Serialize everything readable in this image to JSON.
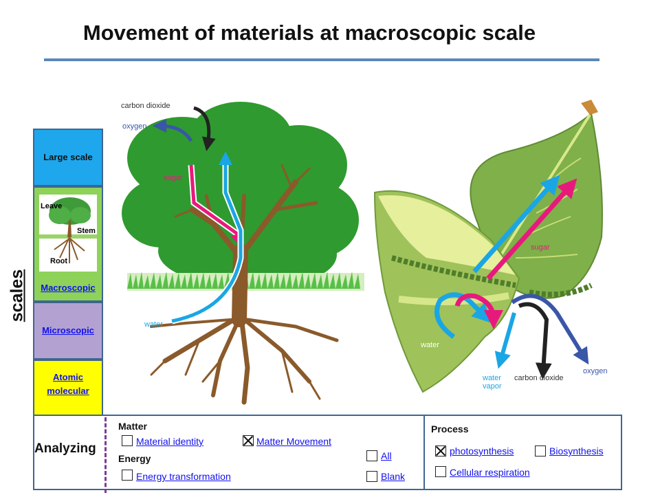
{
  "title": "Movement of materials at macroscopic scale",
  "sidebar": {
    "heading": "scales",
    "levels": [
      {
        "label": "Large scale",
        "color": "#1ea7ec"
      },
      {
        "label": "Macroscopic",
        "color": "#8ed25a"
      },
      {
        "label": "Microscopic",
        "color": "#b3a1d2"
      },
      {
        "label": "Atomic molecular",
        "color": "#ffff00"
      }
    ]
  },
  "mini_tree": {
    "leaves": "Leave",
    "stem": "Stem",
    "root": "Root"
  },
  "tree_diagram": {
    "carbon_dioxide": "carbon dioxide",
    "oxygen": "oxygen",
    "sugar": "sugar",
    "water": "water"
  },
  "leaf_diagram": {
    "sugar": "sugar",
    "water": "water",
    "water_vapor_1": "water",
    "water_vapor_2": "vapor",
    "carbon_dioxide": "carbon dioxide",
    "oxygen": "oxygen"
  },
  "colors": {
    "sugar": "#e8197d",
    "water": "#1aa6e4",
    "oxygen": "#3a56a8",
    "carbon_dioxide": "#222222",
    "tree": "#2f9a2f",
    "trunk": "#8a5a2b"
  },
  "analyzing": {
    "label": "Analyzing",
    "matter_heading": "Matter",
    "material_identity": "Material identity",
    "material_identity_checked": false,
    "matter_movement": "Matter Movement",
    "matter_movement_checked": true,
    "energy_heading": "Energy",
    "energy_transformation": "Energy transformation",
    "energy_transformation_checked": false,
    "all": "All",
    "all_checked": false,
    "blank": "Blank",
    "blank_checked": false
  },
  "process": {
    "heading": "Process",
    "photosynthesis": "photosynthesis",
    "photosynthesis_checked": true,
    "biosynthesis": "Biosynthesis",
    "biosynthesis_checked": false,
    "cellular_respiration": "Cellular respiration",
    "cellular_respiration_checked": false
  }
}
